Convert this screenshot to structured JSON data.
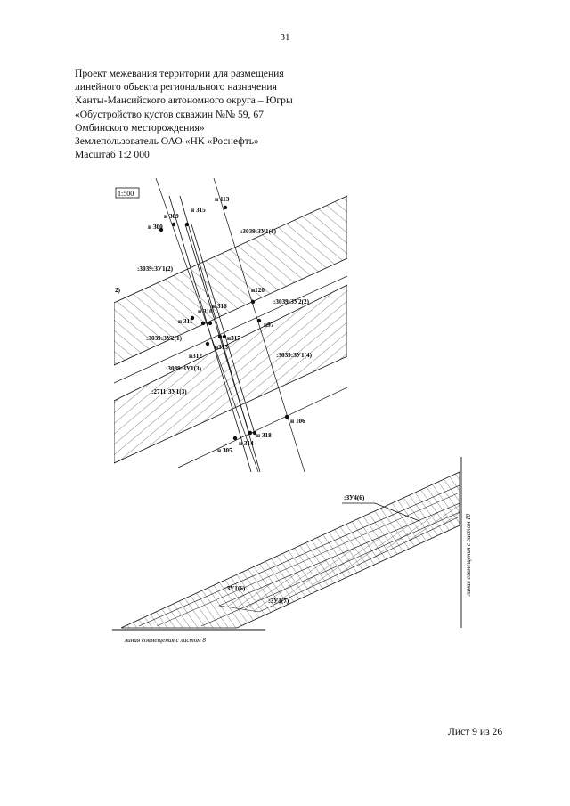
{
  "page_number": "31",
  "header": {
    "lines": [
      "Проект межевания территории для размещения",
      "линейного объекта регионального назначения",
      "Ханты-Мансийского автономного округа – Югры",
      "«Обустройство кустов скважин №№ 59, 67",
      "Омбинского месторождения»",
      "Землепользователь ОАО «НК «Роснефть»",
      "Масштаб 1:2 000"
    ]
  },
  "map_top": {
    "scale_label": "1:500",
    "point_labels": [
      "н 113",
      "н 309",
      "н 315",
      "н 300",
      "н120",
      "н 316",
      "н 310",
      "н 311",
      "н97",
      "н317",
      "н313",
      "н312",
      "н 106",
      "н 318",
      "н 314",
      "н 305"
    ],
    "parcel_labels": [
      ":3039:ЗУ1(1)",
      ":3039:ЗУ1(2)",
      "2)",
      ":3039:ЗУ2(2)",
      ":3039:ЗУ2(1)",
      ":3039:ЗУ1(4)",
      ":3039:ЗУ1(3)",
      ":2711:ЗУ1(3)"
    ]
  },
  "map_bottom": {
    "parcel_labels": [
      ":ЗУ4(6)",
      ":ЗУ1(6)",
      ":ЗУ1(7)"
    ],
    "match_line_right": "линия совмещения с листом 10",
    "match_line_bottom": "линия совмещения с листом 8"
  },
  "footer": {
    "sheet": "Лист 9 из 26"
  }
}
